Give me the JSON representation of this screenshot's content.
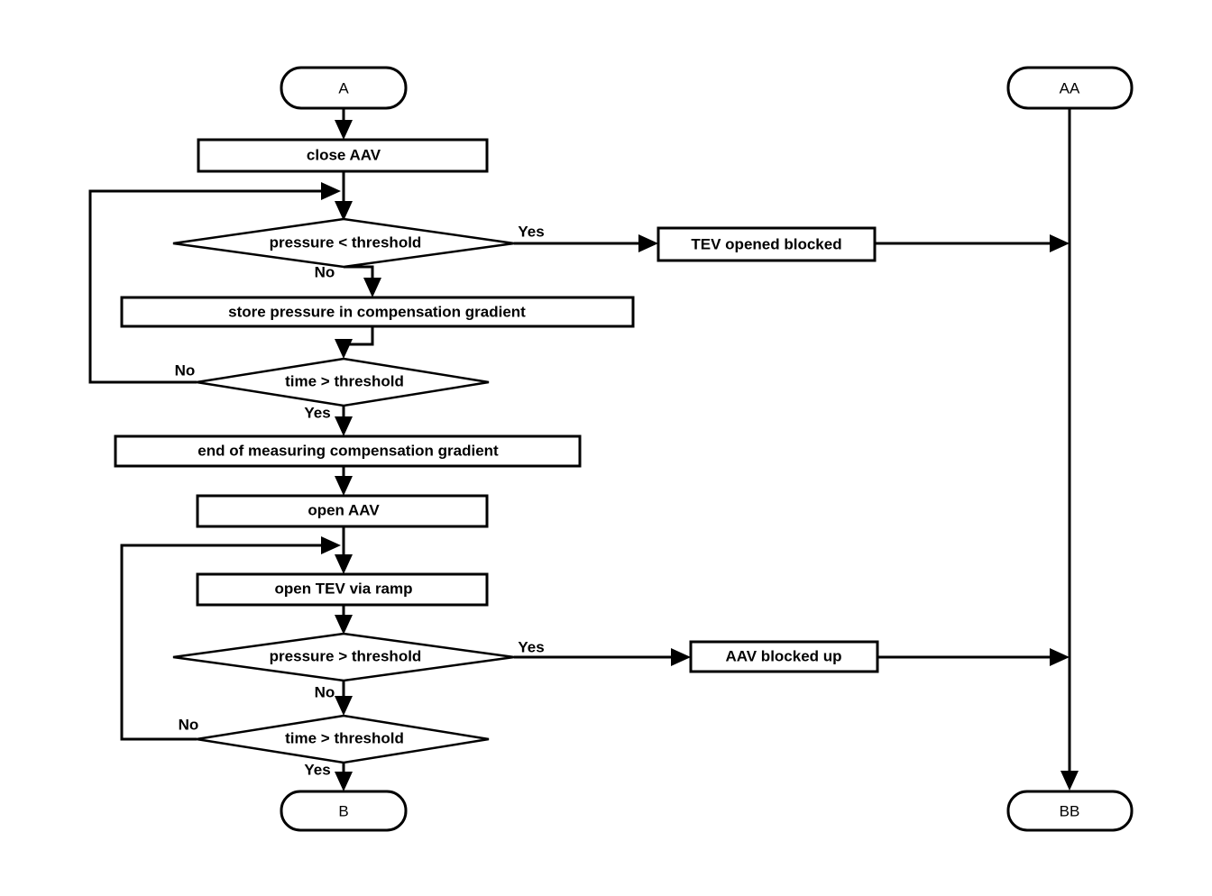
{
  "diagram": {
    "type": "flowchart",
    "title": "",
    "background_color": "#ffffff",
    "line_color": "#000000",
    "fill_color": "#ffffff"
  },
  "nodes": {
    "start_a": {
      "label": "A",
      "shape": "terminator"
    },
    "close_aav": {
      "label": "close AAV",
      "shape": "process"
    },
    "pressure_lt": {
      "label": "pressure < threshold",
      "shape": "decision"
    },
    "tev_opened_blocked": {
      "label": "TEV opened blocked",
      "shape": "process"
    },
    "store_pressure": {
      "label": "store pressure in compensation gradient",
      "shape": "process"
    },
    "time_gt_1": {
      "label": "time > threshold",
      "shape": "decision"
    },
    "end_measuring": {
      "label": "end of measuring compensation gradient",
      "shape": "process"
    },
    "open_aav": {
      "label": "open AAV",
      "shape": "process"
    },
    "open_tev_ramp": {
      "label": "open TEV via ramp",
      "shape": "process"
    },
    "pressure_gt": {
      "label": "pressure > threshold",
      "shape": "decision"
    },
    "aav_blocked_up": {
      "label": "AAV blocked up",
      "shape": "process"
    },
    "time_gt_2": {
      "label": "time > threshold",
      "shape": "decision"
    },
    "end_b": {
      "label": "B",
      "shape": "terminator"
    },
    "start_aa": {
      "label": "AA",
      "shape": "terminator"
    },
    "end_bb": {
      "label": "BB",
      "shape": "terminator"
    }
  },
  "edge_labels": {
    "pressure_lt_yes": "Yes",
    "pressure_lt_no": "No",
    "time_gt_1_no": "No",
    "time_gt_1_yes": "Yes",
    "pressure_gt_yes": "Yes",
    "pressure_gt_no": "No",
    "time_gt_2_no": "No",
    "time_gt_2_yes": "Yes"
  }
}
